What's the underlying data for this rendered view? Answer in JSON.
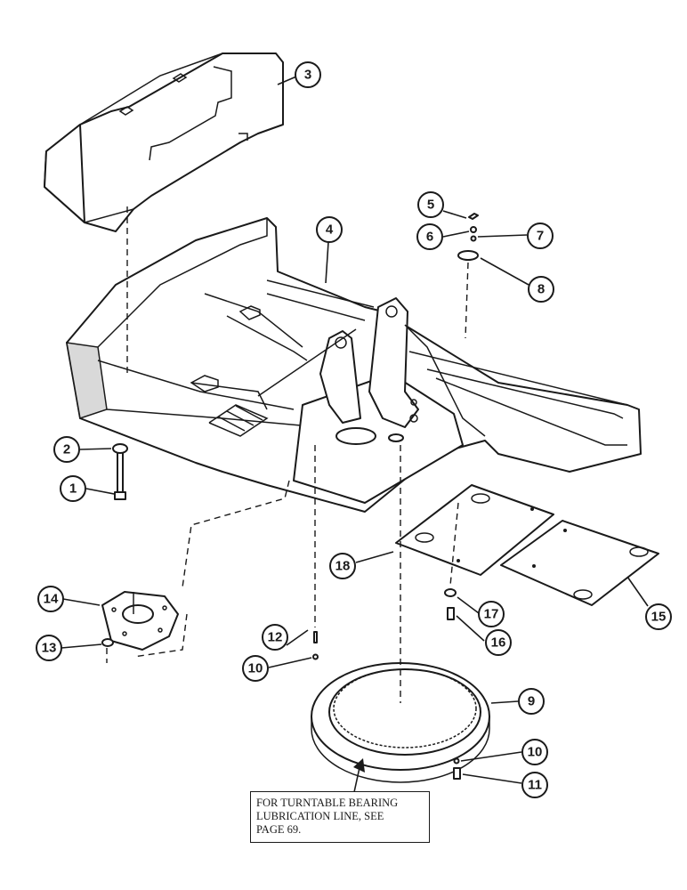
{
  "callouts": {
    "c1": "1",
    "c2": "2",
    "c3": "3",
    "c4": "4",
    "c5": "5",
    "c6": "6",
    "c7": "7",
    "c8": "8",
    "c9": "9",
    "c10a": "10",
    "c10b": "10",
    "c11": "11",
    "c12": "12",
    "c13": "13",
    "c14": "14",
    "c15": "15",
    "c16": "16",
    "c17": "17",
    "c18": "18"
  },
  "note": {
    "line1": "FOR TURNTABLE BEARING",
    "line2": "LUBRICATION LINE, SEE",
    "line3": "PAGE 69."
  }
}
